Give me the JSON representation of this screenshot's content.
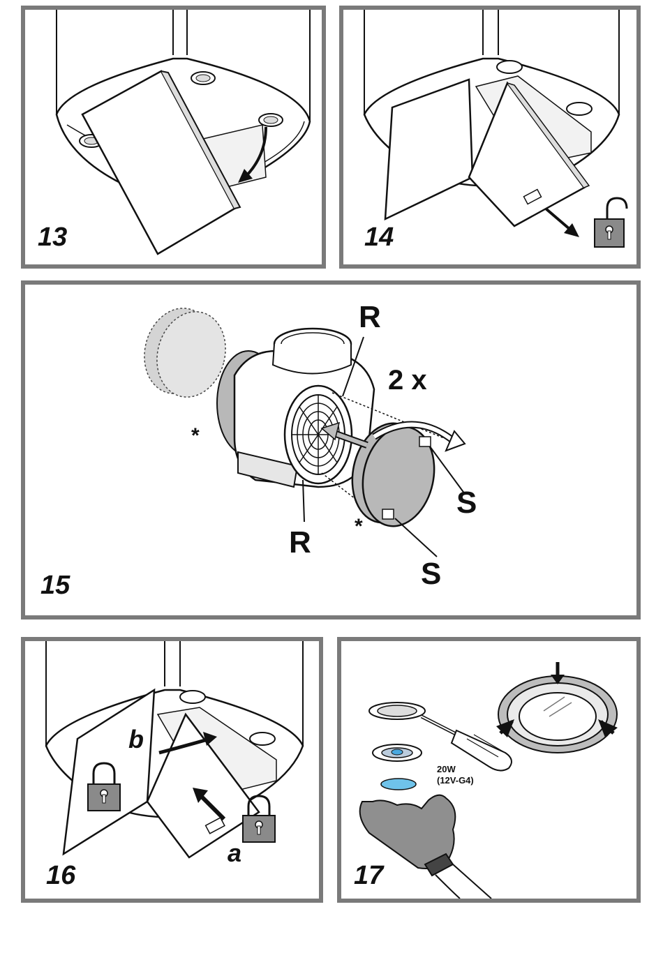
{
  "panels": [
    {
      "id": "p13",
      "step": "13"
    },
    {
      "id": "p14",
      "step": "14"
    },
    {
      "id": "p15",
      "step": "15",
      "labels": {
        "r_top": "R",
        "r_bottom": "R",
        "s_right": "S",
        "s_bottom": "S",
        "count": "2 x",
        "star_left": "*",
        "star_right": "*"
      }
    },
    {
      "id": "p16",
      "step": "16",
      "labels": {
        "a": "a",
        "b": "b"
      }
    },
    {
      "id": "p17",
      "step": "17",
      "labels": {
        "wattage": "20W",
        "socket": "(12V-G4)"
      }
    }
  ],
  "colors": {
    "frame": "#7a7a7a",
    "line": "#111111",
    "filter_grey": "#b8b8b8",
    "lock_grey": "#8a8a8a",
    "bulb_blue": "#6fc3ea",
    "glove_grey": "#8f8f8f"
  }
}
